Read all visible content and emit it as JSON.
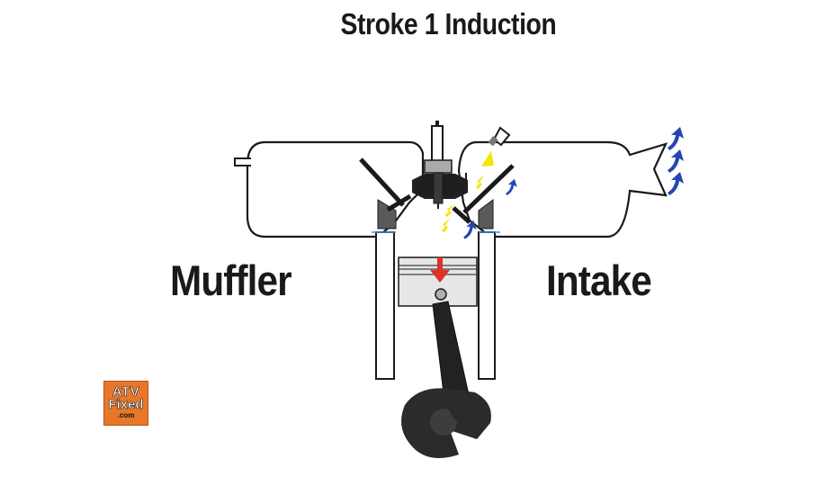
{
  "diagram": {
    "title": "Stroke 1 Induction",
    "labels": {
      "muffler": "Muffler",
      "intake": "Intake"
    },
    "logo": {
      "line1": "ATV",
      "line2": "Fixed",
      "line3": ".com"
    },
    "colors": {
      "outline": "#1a1a1a",
      "cylinder_wall_gray": "#5a5a5a",
      "piston_gray": "#e6e6e6",
      "connecting_rod": "#222222",
      "crank": "#2b2b2b",
      "fuel_arrows": "#f2e600",
      "air_arrows": "#2446b0",
      "piston_direction_arrow": "#e0302a",
      "logo_background": "#e8772a"
    },
    "icons": {
      "fuel": "yellow-lightning-arrow",
      "air": "blue-curved-arrow",
      "piston_motion": "red-down-arrow"
    }
  }
}
